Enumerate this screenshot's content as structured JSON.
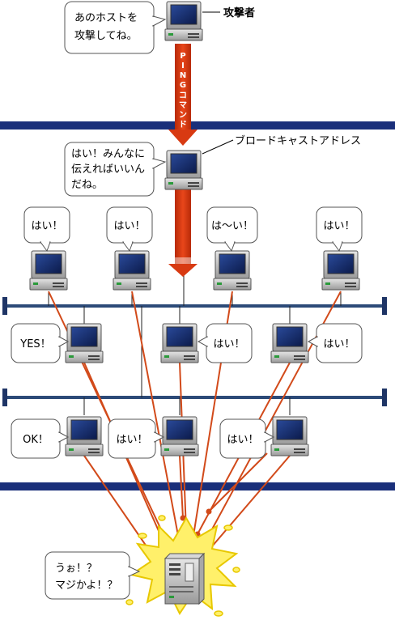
{
  "attacker": {
    "label": "攻撃者",
    "speech_line1": "あのホストを",
    "speech_line2": "攻撃してね。"
  },
  "ping_command": {
    "label_chars": [
      "P",
      "I",
      "N",
      "G",
      "コ",
      "マ",
      "ン",
      "ド"
    ]
  },
  "broadcast": {
    "label": "ブロードキャストアドレス",
    "speech_line1": "はい！みんなに",
    "speech_line2": "伝えればいいん",
    "speech_line3": "だね。"
  },
  "row1_replies": [
    "はい！",
    "はい！",
    "は〜い！",
    "はい！"
  ],
  "row2_replies": [
    "YES！",
    "はい！",
    "はい！"
  ],
  "row3_replies": [
    "OK！",
    "はい！",
    "はい！"
  ],
  "victim": {
    "speech_line1": "うぉ！？",
    "speech_line2": "マジかよ！？"
  },
  "colors": {
    "network_band": "#1a2f7a",
    "lan_bus": "#2c4a78",
    "reply_line": "#d24a1a",
    "ping_arrow": "#d83a12",
    "explosion_fill": "#fff06a",
    "explosion_outline": "#e8c800"
  }
}
